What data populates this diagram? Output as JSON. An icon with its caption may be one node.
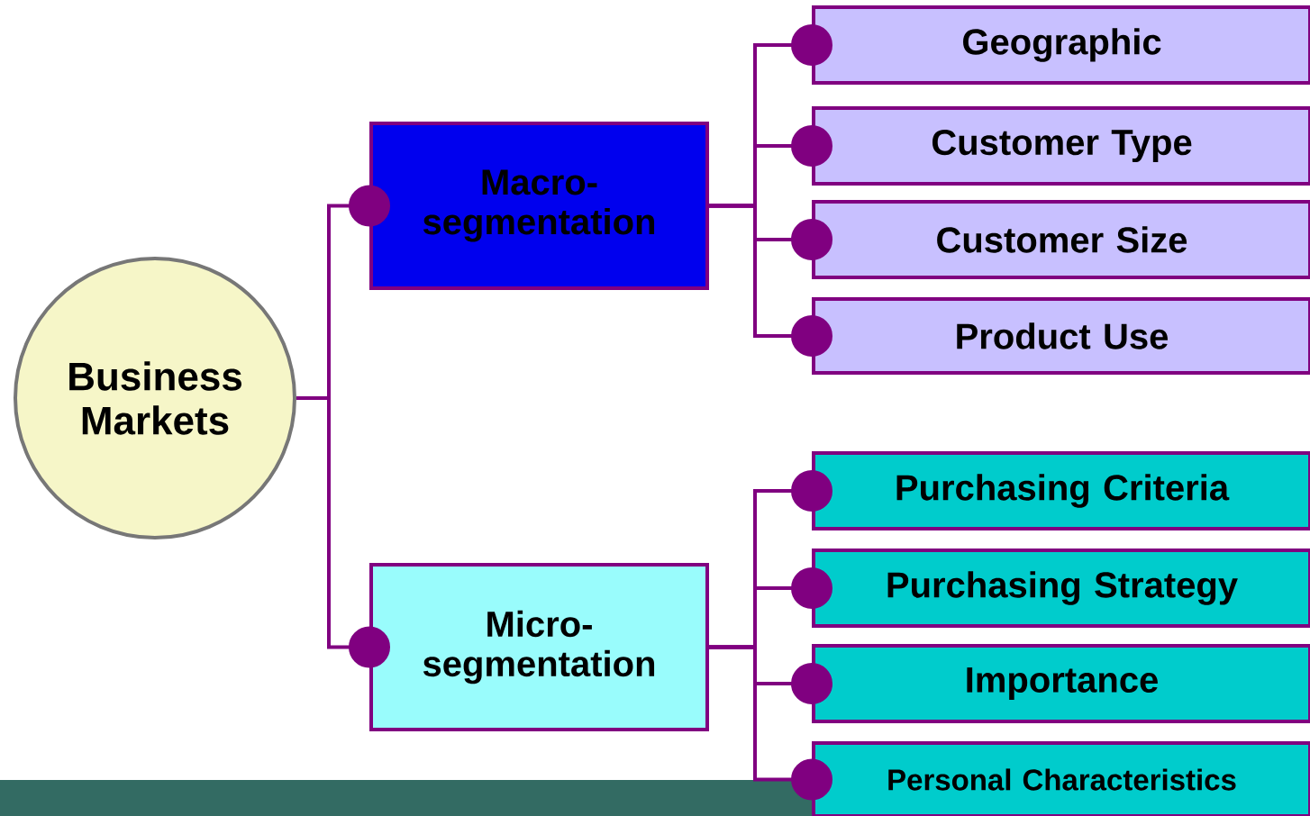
{
  "diagram": {
    "nodes": [
      {
        "text": [
          "Business Markets"
        ]
      },
      {
        "text": [
          "Macro-segmentation"
        ]
      },
      {
        "text": [
          "Geographic"
        ]
      },
      {
        "text": [
          "Customer Type"
        ]
      },
      {
        "text": [
          "Customer Size"
        ]
      },
      {
        "text": [
          "Product Use"
        ]
      },
      {
        "text": [
          "Micro-segmentation"
        ]
      },
      {
        "text": [
          "Purchasing Criteria"
        ]
      },
      {
        "text": [
          "Purchasing Strategy"
        ]
      },
      {
        "text": [
          "Importance"
        ]
      },
      {
        "text": [
          "Personal Characteristics"
        ]
      }
    ],
    "edges": [
      {
        "from": 0,
        "to": 1,
        "arrow": "other"
      },
      {
        "from": 0,
        "to": 6,
        "arrow": "other"
      },
      {
        "from": 1,
        "to": 2,
        "arrow": "other"
      },
      {
        "from": 1,
        "to": 3,
        "arrow": "other"
      },
      {
        "from": 1,
        "to": 4,
        "arrow": "other"
      },
      {
        "from": 1,
        "to": 5,
        "arrow": "other"
      },
      {
        "from": 6,
        "to": 7,
        "arrow": "other"
      },
      {
        "from": 6,
        "to": 8,
        "arrow": "other"
      },
      {
        "from": 6,
        "to": 9,
        "arrow": "other"
      },
      {
        "from": 6,
        "to": 10,
        "arrow": "other"
      }
    ]
  }
}
